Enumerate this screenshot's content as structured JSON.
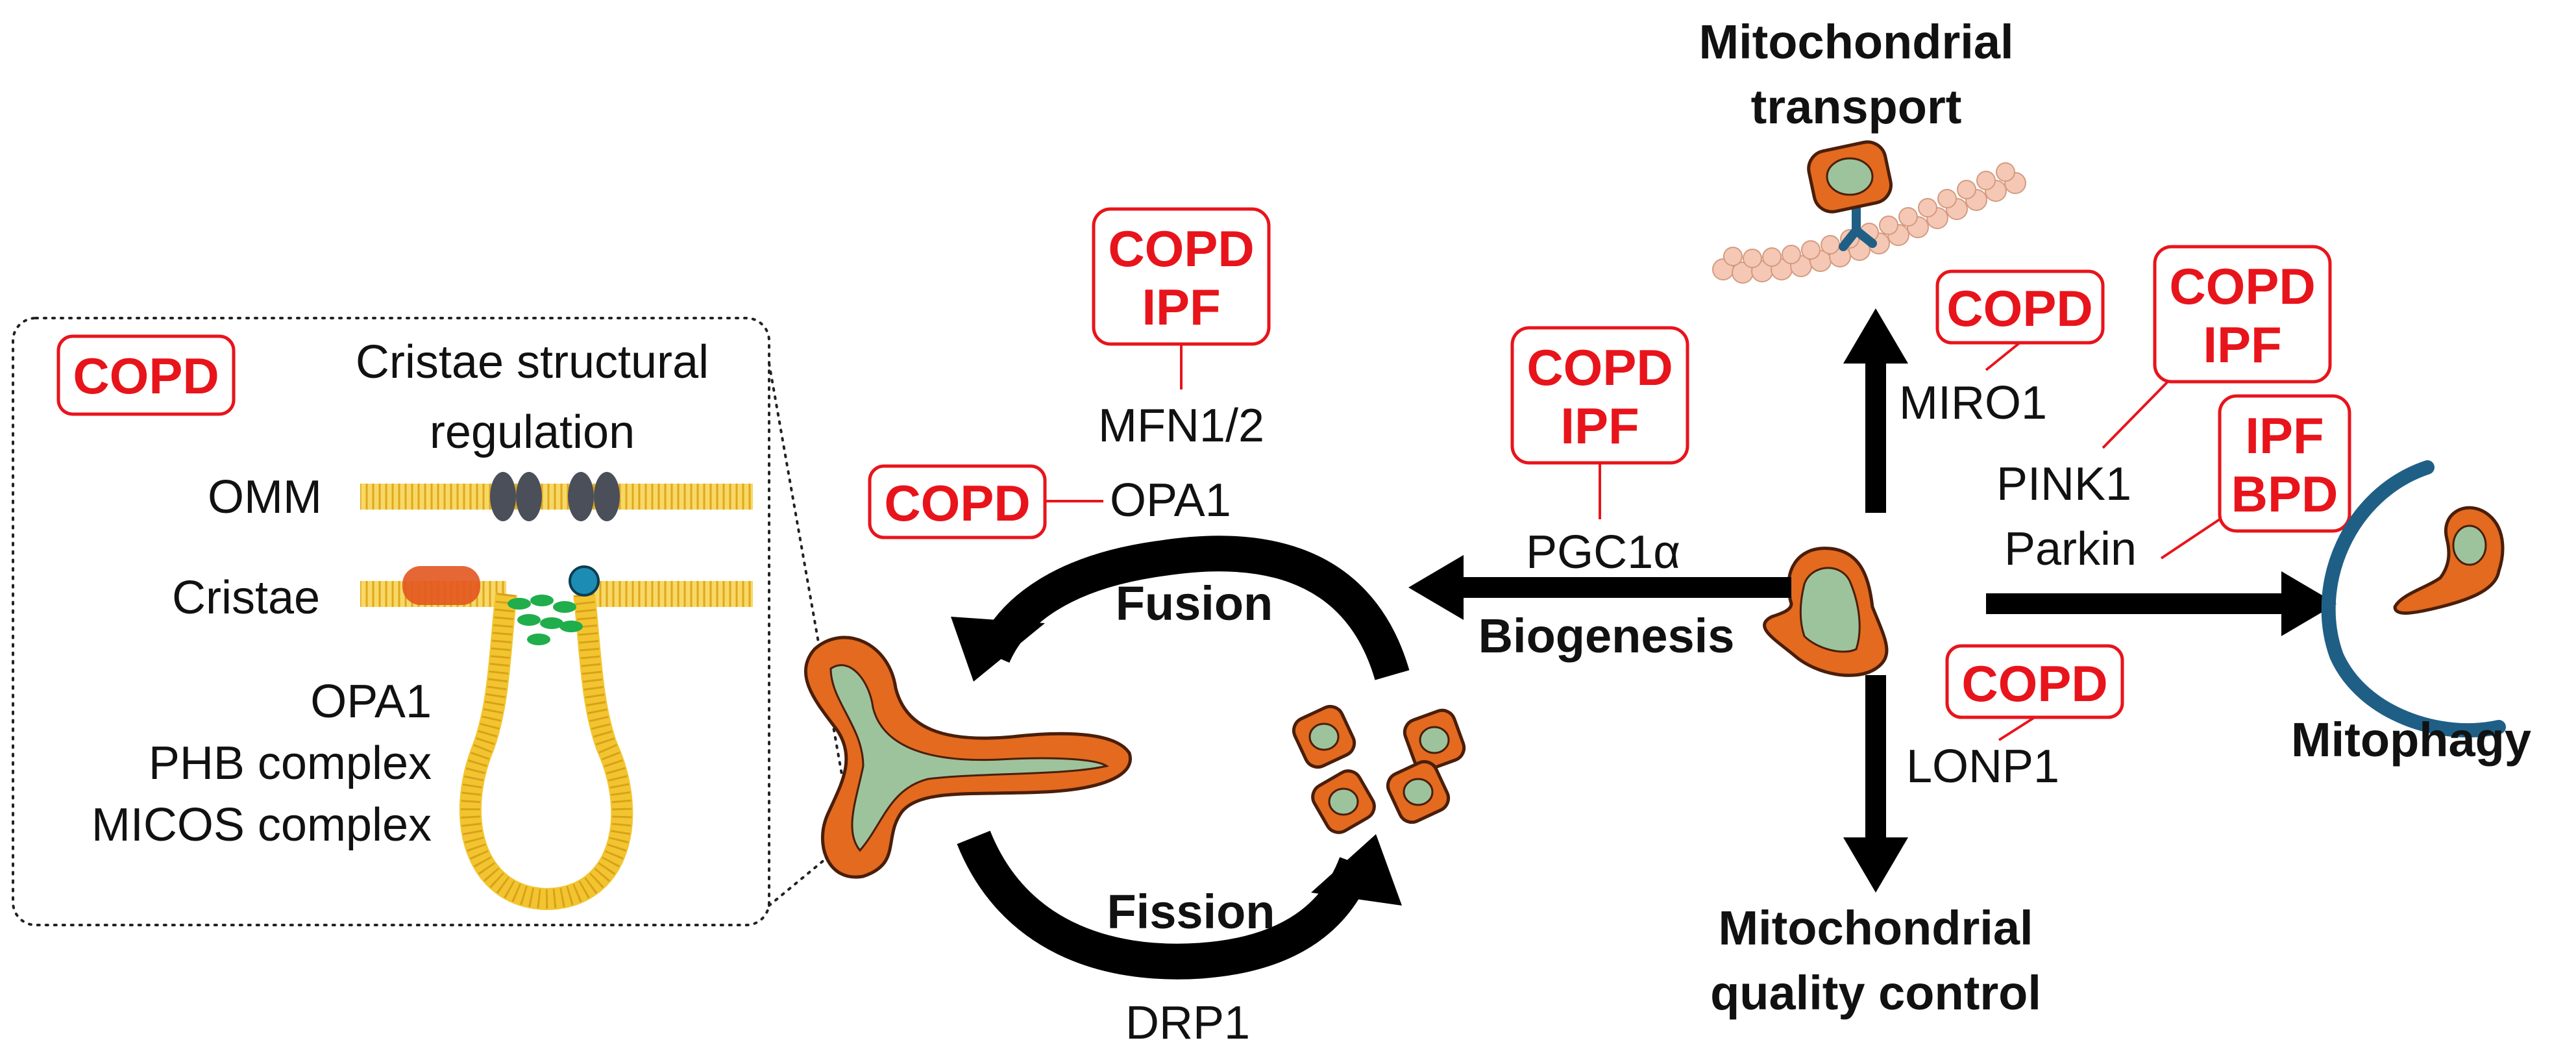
{
  "inset": {
    "disease_tag": "COPD",
    "title_line1": "Cristae structural",
    "title_line2": "regulation",
    "omm_label": "OMM",
    "cristae_label": "Cristae",
    "opa1_label": "OPA1",
    "phb_label": "PHB complex",
    "micos_label": "MICOS complex"
  },
  "fusion_fission": {
    "fusion_title": "Fusion",
    "fission_title": "Fission",
    "fusion_tag_lines": [
      "COPD",
      "IPF"
    ],
    "mfn_label": "MFN1/2",
    "opa1_tag": "COPD",
    "opa1_label": "OPA1",
    "drp1_label": "DRP1"
  },
  "biogenesis": {
    "title": "Biogenesis",
    "gene_label": "PGC1α",
    "tag_lines": [
      "COPD",
      "IPF"
    ]
  },
  "transport": {
    "title_line1": "Mitochondrial",
    "title_line2": "transport",
    "gene_label": "MIRO1",
    "tag": "COPD"
  },
  "mitophagy": {
    "title": "Mitophagy",
    "pink1_label": "PINK1",
    "parkin_label": "Parkin",
    "pink1_tag_lines": [
      "COPD",
      "IPF"
    ],
    "parkin_tag_lines": [
      "IPF",
      "BPD"
    ]
  },
  "quality_control": {
    "title_line1": "Mitochondrial",
    "title_line2": "quality control",
    "gene_label": "LONP1",
    "tag": "COPD"
  },
  "colors": {
    "disease_red": "#e8141b",
    "opa1_green": "#1fae4b",
    "phb_orange": "#e2571f",
    "micos_blue": "#1d8cb4",
    "membrane_yellow": "#f2c530",
    "mito_orange": "#e36a1f",
    "matrix_green": "#9dc39c",
    "autophagosome_blue": "#1f5f86"
  }
}
